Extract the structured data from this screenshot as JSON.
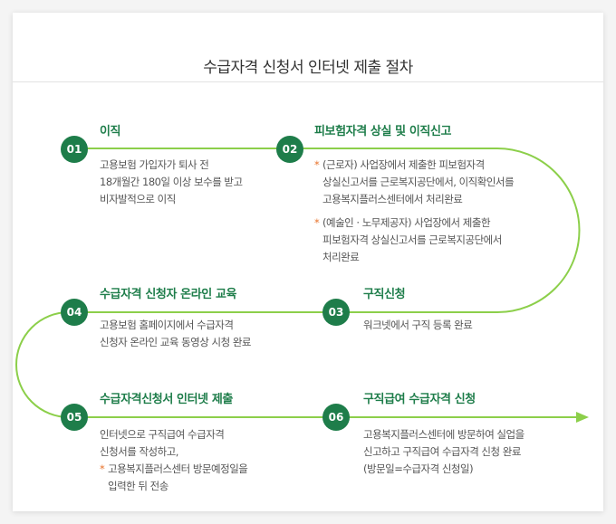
{
  "title": "수급자격 신청서 인터넷 제출 절차",
  "colors": {
    "accent": "#1e7d4a",
    "line": "#8ccf4a",
    "star": "#e8722a"
  },
  "steps": [
    {
      "num": "01",
      "title": "이직",
      "lines": [
        "고용보험 가입자가 퇴사 전",
        "18개월간 180일 이상 보수를 받고",
        "비자발적으로 이직"
      ]
    },
    {
      "num": "02",
      "title": "피보험자격 상실 및 이직신고",
      "notes": [
        {
          "star": "*",
          "lines": [
            "(근로자) 사업장에서 제출한 피보험자격",
            "상실신고서를 근로복지공단에서, 이직확인서를",
            "고용복지플러스센터에서 처리완료"
          ]
        },
        {
          "star": "*",
          "lines": [
            "(예술인 · 노무제공자) 사업장에서 제출한",
            "피보험자격 상실신고서를 근로복지공단에서",
            "처리완료"
          ]
        }
      ]
    },
    {
      "num": "03",
      "title": "구직신청",
      "lines": [
        "워크넷에서 구직 등록 완료"
      ]
    },
    {
      "num": "04",
      "title": "수급자격 신청자 온라인 교육",
      "lines": [
        "고용보험 홈페이지에서 수급자격",
        "신청자 온라인 교육 동영상 시청 완료"
      ]
    },
    {
      "num": "05",
      "title": "수급자격신청서 인터넷 제출",
      "lines": [
        "인터넷으로 구직급여 수급자격",
        "신청서를 작성하고,"
      ],
      "notes": [
        {
          "star": "*",
          "lines": [
            "고용복지플러스센터 방문예정일을",
            "입력한 뒤 전송"
          ]
        }
      ]
    },
    {
      "num": "06",
      "title": "구직급여 수급자격 신청",
      "lines": [
        "고용복지플러스센터에 방문하여 실업을",
        "신고하고 구직급여 수급자격 신청 완료",
        "(방문일=수급자격 신청일)"
      ]
    }
  ]
}
